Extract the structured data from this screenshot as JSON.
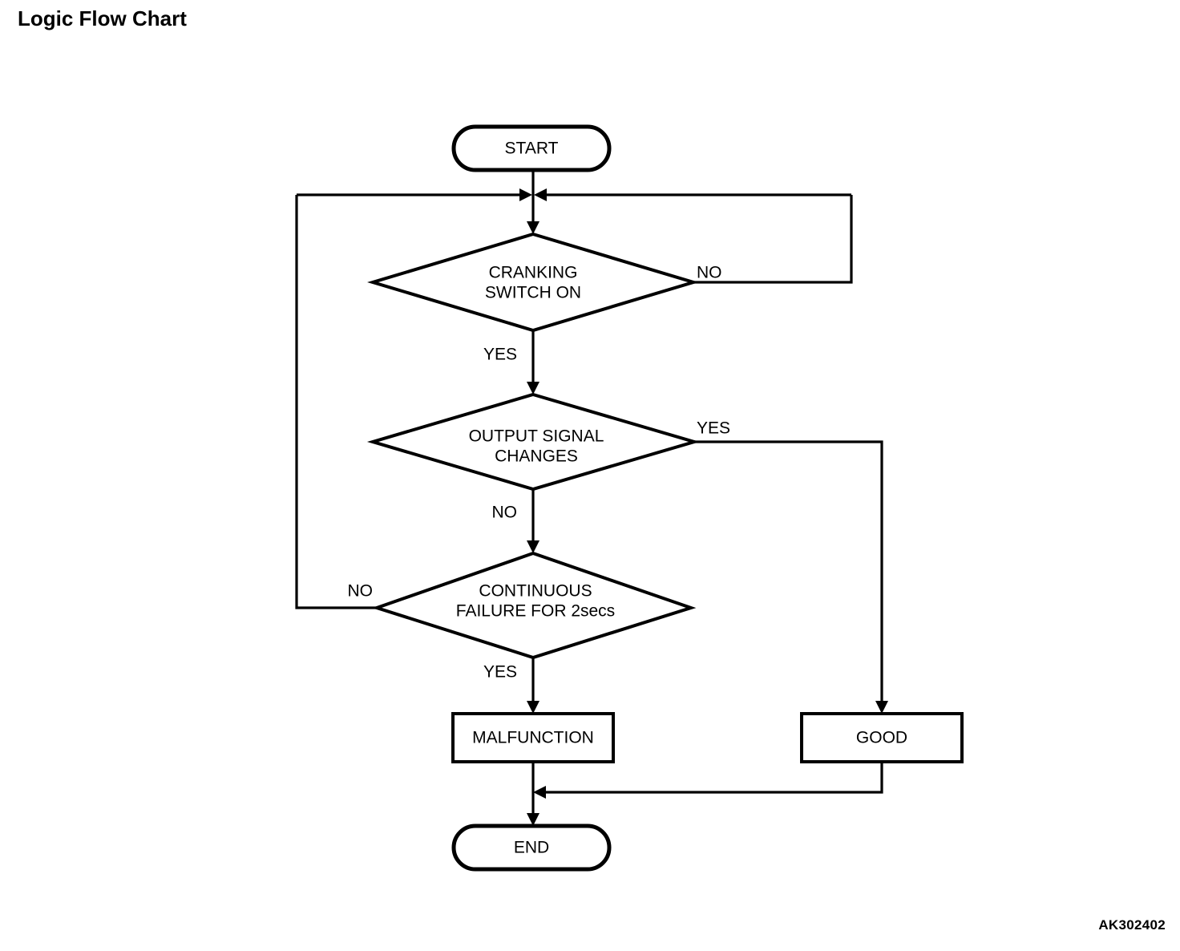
{
  "title": "Logic Flow Chart",
  "corner_code": "AK302402",
  "colors": {
    "ink": "#000000",
    "paper": "#ffffff"
  },
  "chart_data": {
    "type": "diagram",
    "diagram_kind": "flowchart",
    "title": "Logic Flow Chart",
    "nodes": [
      {
        "id": "start",
        "shape": "terminator",
        "label": "START"
      },
      {
        "id": "d1",
        "shape": "decision",
        "label_line1": "CRANKING",
        "label_line2": "SWITCH ON"
      },
      {
        "id": "d2",
        "shape": "decision",
        "label_line1": "OUTPUT SIGNAL",
        "label_line2": "CHANGES"
      },
      {
        "id": "d3",
        "shape": "decision",
        "label_line1": "CONTINUOUS",
        "label_line2": "FAILURE FOR 2secs"
      },
      {
        "id": "malfunction",
        "shape": "process",
        "label": "MALFUNCTION"
      },
      {
        "id": "good",
        "shape": "process",
        "label": "GOOD"
      },
      {
        "id": "end",
        "shape": "terminator",
        "label": "END"
      }
    ],
    "edges": [
      {
        "from": "start",
        "to": "d1",
        "label": ""
      },
      {
        "from": "d1",
        "to": "d1",
        "label": "NO",
        "route": "right-loop-back-to-junction"
      },
      {
        "from": "d1",
        "to": "d2",
        "label": "YES"
      },
      {
        "from": "d2",
        "to": "good",
        "label": "YES",
        "route": "right-down"
      },
      {
        "from": "d2",
        "to": "d3",
        "label": "NO"
      },
      {
        "from": "d3",
        "to": "d1",
        "label": "NO",
        "route": "left-loop-back-to-junction"
      },
      {
        "from": "d3",
        "to": "malfunction",
        "label": "YES"
      },
      {
        "from": "malfunction",
        "to": "end",
        "label": ""
      },
      {
        "from": "good",
        "to": "end",
        "label": "",
        "route": "down-left-merge"
      }
    ]
  },
  "nodes": {
    "start": {
      "label": "START"
    },
    "decision1": {
      "line1": "CRANKING",
      "line2": "SWITCH ON"
    },
    "decision2": {
      "line1": "OUTPUT SIGNAL",
      "line2": "CHANGES"
    },
    "decision3": {
      "line1": "CONTINUOUS",
      "line2": "FAILURE FOR 2secs"
    },
    "malfunction": {
      "label": "MALFUNCTION"
    },
    "good": {
      "label": "GOOD"
    },
    "end": {
      "label": "END"
    }
  },
  "edge_labels": {
    "d1_no": "NO",
    "d1_yes": "YES",
    "d2_yes": "YES",
    "d2_no": "NO",
    "d3_no": "NO",
    "d3_yes": "YES"
  }
}
